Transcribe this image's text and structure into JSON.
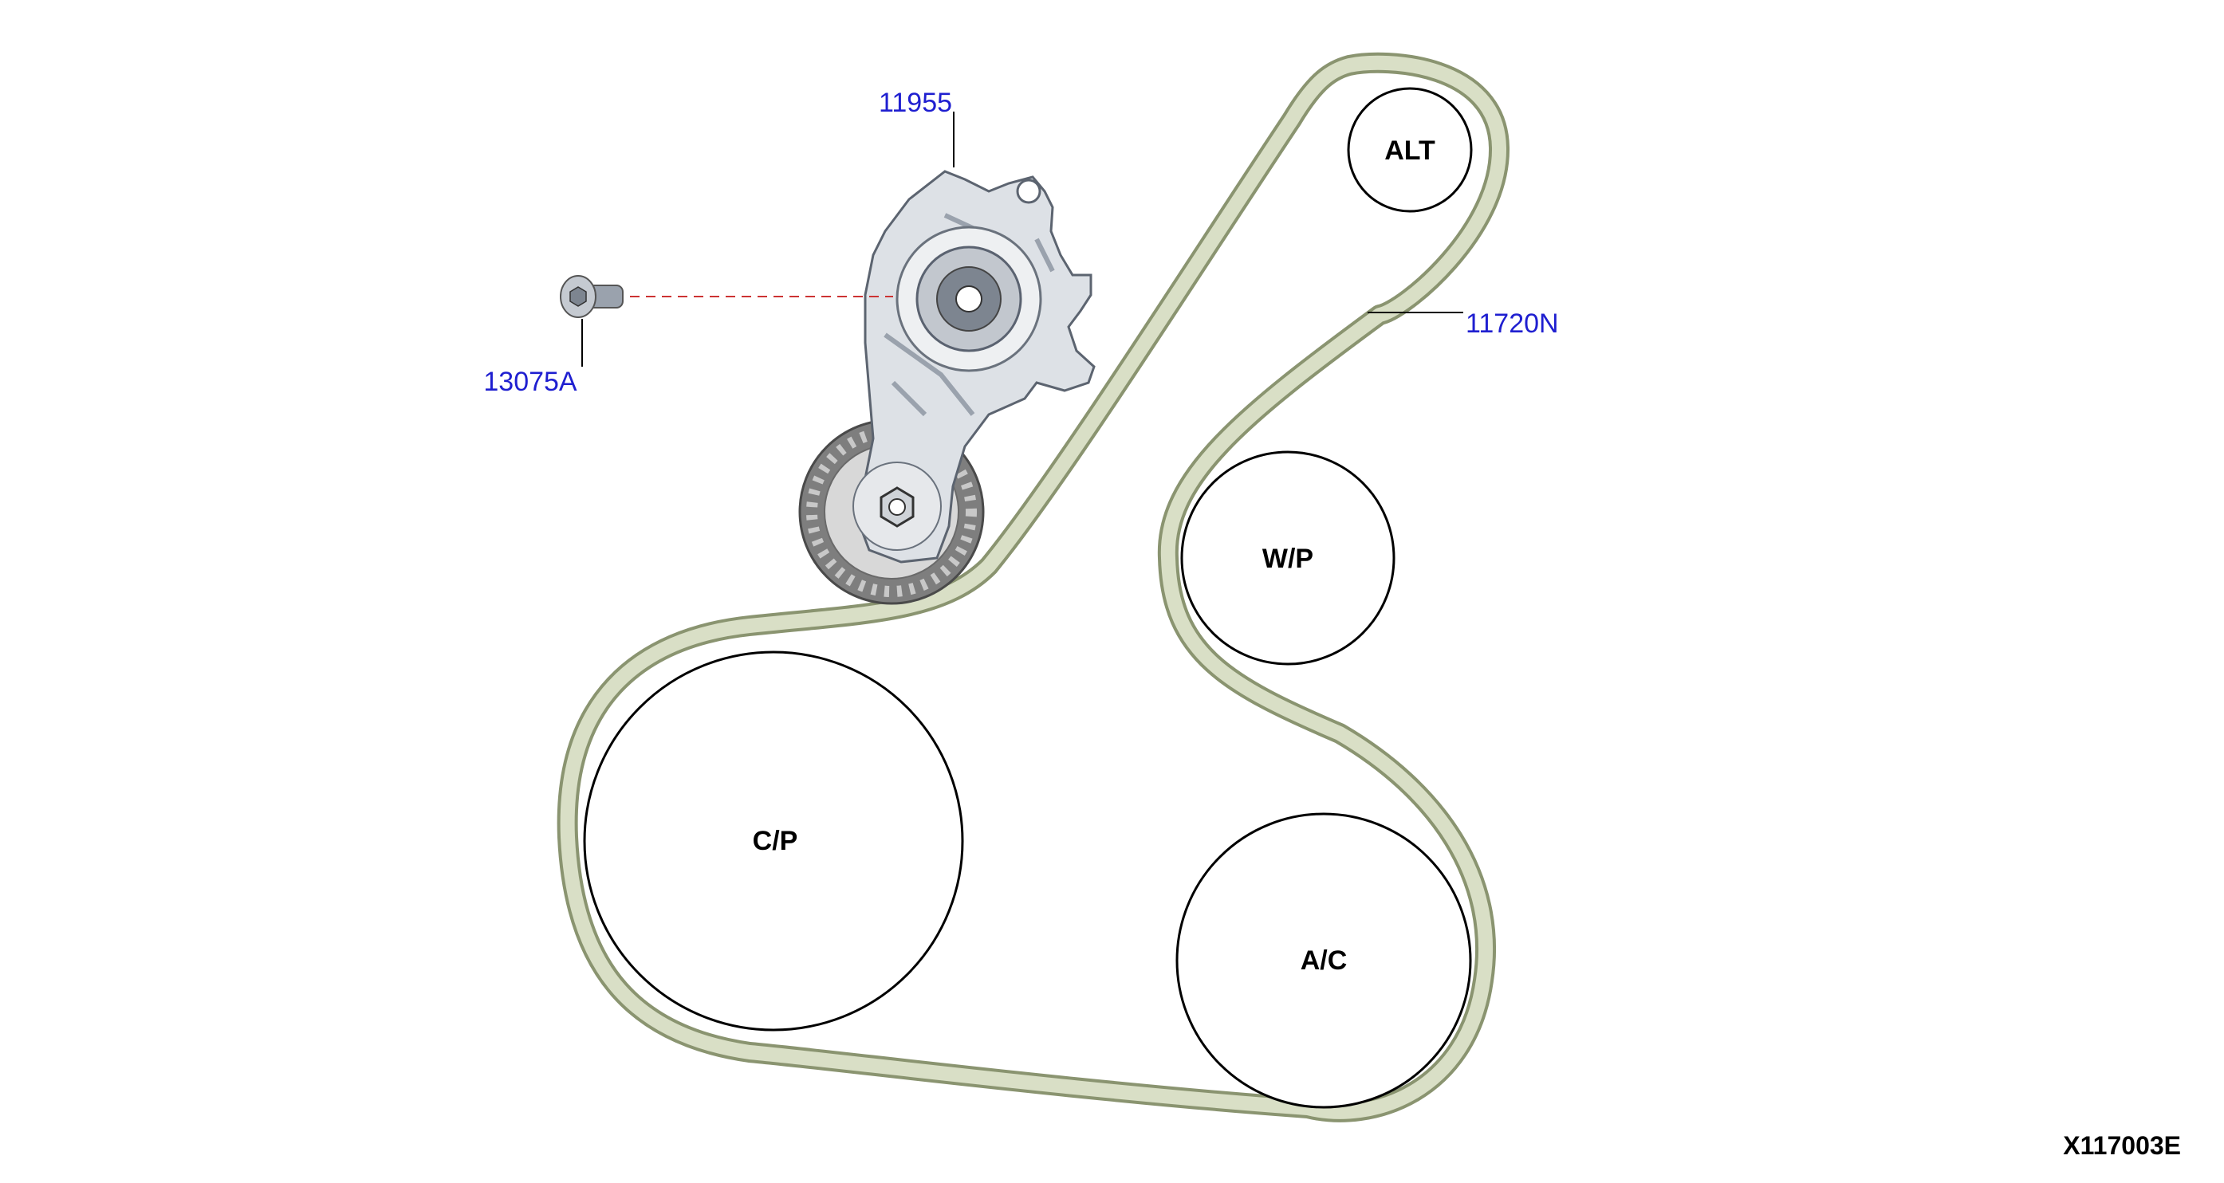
{
  "pulleys": {
    "alt": "ALT",
    "wp": "W/P",
    "cp": "C/P",
    "ac": "A/C"
  },
  "callouts": {
    "tensioner": "11955",
    "belt": "11720N",
    "bolt": "13075A"
  },
  "figure_ref": "X117003E",
  "colors": {
    "belt_fill": "#d9dfc6",
    "belt_edge": "#8a9470",
    "callout_text": "#1f1fd0",
    "leader_dashed": "#cc3333"
  }
}
